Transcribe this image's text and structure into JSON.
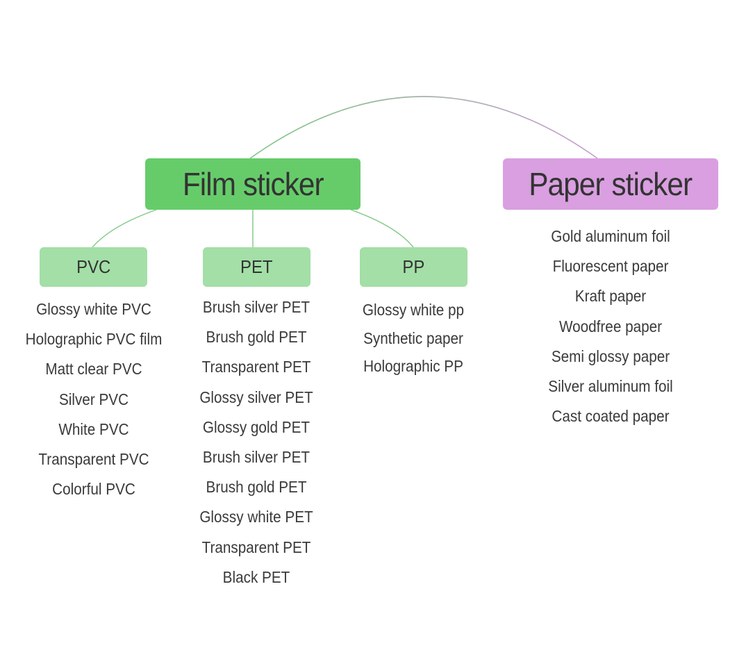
{
  "colors": {
    "film_box": "#66cc6a",
    "sub_box": "#a3dfa6",
    "paper_box": "#d99fe0",
    "green_line": "#7fc982",
    "purple_line": "#c99ad1"
  },
  "film": {
    "title": "Film sticker",
    "groups": [
      {
        "label": "PVC",
        "items": [
          "Glossy white PVC",
          "Holographic PVC film",
          "Matt clear PVC",
          "Silver PVC",
          "White PVC",
          "Transparent PVC",
          "Colorful PVC"
        ]
      },
      {
        "label": "PET",
        "items": [
          "Brush silver PET",
          "Brush gold PET",
          "Transparent PET",
          "Glossy silver PET",
          "Glossy gold PET",
          "Brush silver PET",
          "Brush gold PET",
          "Glossy white PET",
          "Transparent PET",
          "Black PET"
        ]
      },
      {
        "label": "PP",
        "items": [
          "Glossy white pp",
          "Synthetic paper",
          "Holographic PP"
        ]
      }
    ]
  },
  "paper": {
    "title": "Paper sticker",
    "items": [
      "Gold aluminum foil",
      "Fluorescent paper",
      "Kraft paper",
      "Woodfree paper",
      "Semi glossy paper",
      "Silver aluminum foil",
      "Cast coated paper"
    ]
  }
}
